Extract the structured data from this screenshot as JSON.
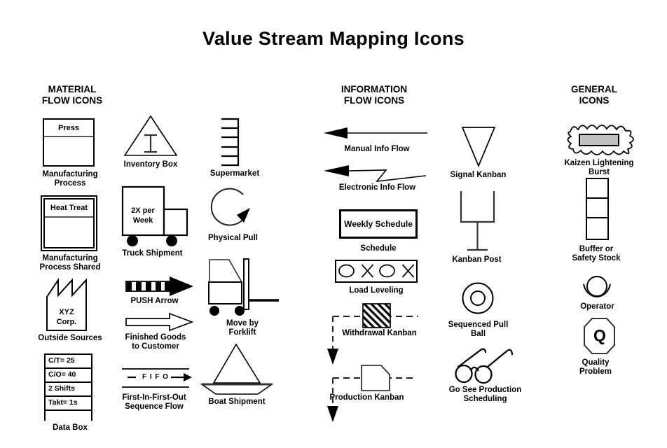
{
  "title": "Value Stream Mapping Icons",
  "headers": {
    "material": "MATERIAL\nFLOW ICONS",
    "information": "INFORMATION\nFLOW ICONS",
    "general": "GENERAL\nICONS"
  },
  "colors": {
    "ink": "#000000",
    "divider_gray": "#555555",
    "kaizen_fill": "#c0c0c0"
  },
  "icons": {
    "manufacturing_process": {
      "box_text": "Press",
      "label": "Manufacturing\nProcess"
    },
    "manufacturing_process_shared": {
      "box_text": "Heat Treat",
      "label": "Manufacturing\nProcess Shared"
    },
    "outside_sources": {
      "box_text": "XYZ\nCorp.",
      "label": "Outside Sources"
    },
    "data_box": {
      "rows": [
        "C/T= 25",
        "C/O= 40",
        "2 Shifts",
        "Takt= 1s"
      ],
      "label": "Data Box"
    },
    "inventory_box": {
      "label": "Inventory Box"
    },
    "truck_shipment": {
      "box_text": "2X per\nWeek",
      "label": "Truck Shipment"
    },
    "push_arrow": {
      "label": "PUSH Arrow"
    },
    "finished_goods": {
      "label": "Finished Goods\nto Customer"
    },
    "fifo": {
      "lane_text": "F I F O",
      "label": "First-In-First-Out\nSequence Flow"
    },
    "supermarket": {
      "label": "Supermarket"
    },
    "physical_pull": {
      "label": "Physical Pull"
    },
    "move_by_forklift": {
      "label": "Move by\nForklift"
    },
    "boat_shipment": {
      "label": "Boat Shipment"
    },
    "manual_info_flow": {
      "label": "Manual Info Flow"
    },
    "electronic_info_flow": {
      "label": "Electronic Info Flow"
    },
    "schedule": {
      "box_text": "Weekly Schedule",
      "label": "Schedule"
    },
    "load_leveling": {
      "label": "Load Leveling"
    },
    "withdrawal_kanban": {
      "label": "Withdrawal Kanban"
    },
    "production_kanban": {
      "label": "Production Kanban"
    },
    "signal_kanban": {
      "label": "Signal Kanban"
    },
    "kanban_post": {
      "label": "Kanban Post"
    },
    "sequenced_pull_ball": {
      "label": "Sequenced Pull Ball"
    },
    "go_see_production_scheduling": {
      "label": "Go See Production\nScheduling"
    },
    "kaizen_lightening_burst": {
      "label": "Kaizen Lightening Burst"
    },
    "buffer_safety_stock": {
      "label": "Buffer or\nSafety Stock"
    },
    "operator": {
      "label": "Operator"
    },
    "quality_problem": {
      "letter": "Q",
      "label": "Quality\nProblem"
    }
  }
}
